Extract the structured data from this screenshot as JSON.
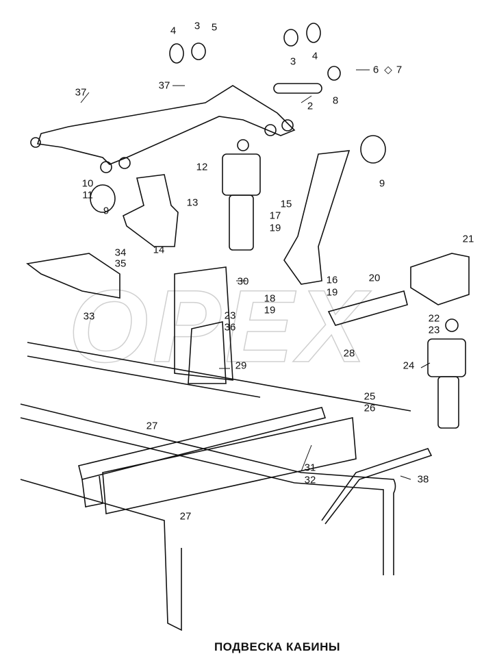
{
  "title": "ПОДВЕСКА КАБИНЫ",
  "watermark": "OPEX",
  "callouts": [
    "4",
    "3",
    "5",
    "3",
    "4",
    "6",
    "◇",
    "7",
    "37",
    "37",
    "2",
    "8",
    "10",
    "11",
    "12",
    "9",
    "13",
    "9",
    "15",
    "17",
    "19",
    "14",
    "21",
    "34",
    "35",
    "16",
    "19",
    "18",
    "19",
    "20",
    "30",
    "33",
    "22",
    "23",
    "23",
    "36",
    "28",
    "24",
    "29",
    "25",
    "26",
    "27",
    "31",
    "32",
    "38",
    "27"
  ]
}
